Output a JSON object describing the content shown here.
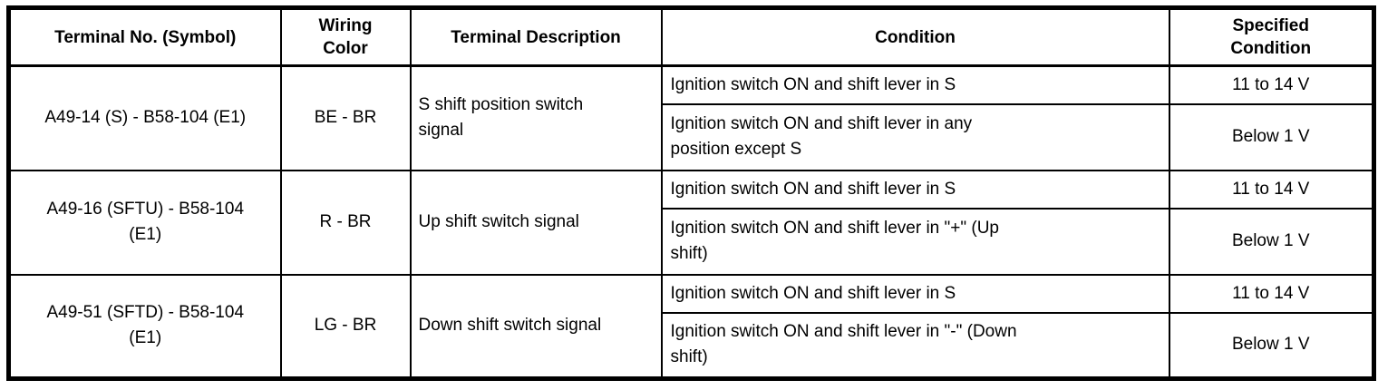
{
  "table": {
    "headers": [
      "Terminal No. (Symbol)",
      "Wiring\nColor",
      "Terminal Description",
      "Condition",
      "Specified\nCondition"
    ],
    "rows": [
      {
        "terminal": "A49-14 (S) - B58-104 (E1)",
        "wiring_color": "BE - BR",
        "description": "S shift position switch\nsignal",
        "conditions": [
          {
            "condition": "Ignition switch ON and shift lever in S",
            "specified": "11 to 14 V"
          },
          {
            "condition": "Ignition switch ON and shift lever in any\nposition except S",
            "specified": "Below 1 V"
          }
        ]
      },
      {
        "terminal": "A49-16 (SFTU) - B58-104\n(E1)",
        "wiring_color": "R - BR",
        "description": "Up shift switch signal",
        "conditions": [
          {
            "condition": "Ignition switch ON and shift lever in S",
            "specified": "11 to 14 V"
          },
          {
            "condition": "Ignition switch ON and shift lever in \"+\" (Up\nshift)",
            "specified": "Below 1 V"
          }
        ]
      },
      {
        "terminal": "A49-51 (SFTD) - B58-104\n(E1)",
        "wiring_color": "LG - BR",
        "description": "Down shift switch signal",
        "conditions": [
          {
            "condition": "Ignition switch ON and shift lever in S",
            "specified": "11 to 14 V"
          },
          {
            "condition": "Ignition switch ON and shift lever in \"-\" (Down\nshift)",
            "specified": "Below 1 V"
          }
        ]
      }
    ]
  }
}
